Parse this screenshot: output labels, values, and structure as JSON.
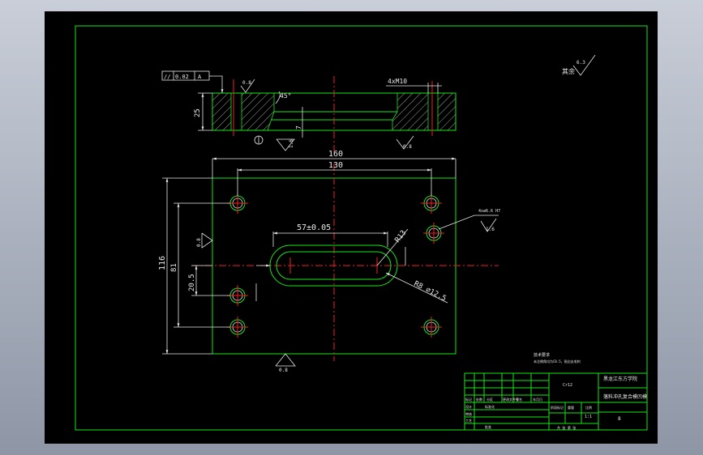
{
  "drawing": {
    "roughness_note": "其余",
    "roughness_note_value": "6.3",
    "section_view": {
      "parallelism_symbol": "//",
      "parallelism_tol": "0.02",
      "parallelism_datum": "A",
      "roughness_top": "0.8",
      "thickness": "25",
      "angle": "45°",
      "slot_depth": "7",
      "roughness_slot": "1.6",
      "thread_callout": "4xM10",
      "roughness_bottom": "0.8",
      "datum_label": "A"
    },
    "plan_view": {
      "overall_width": "160",
      "hole_spacing_x": "130",
      "slot_length": "57±0.05",
      "slot_radius": "R13",
      "hole_callout": "R8 ⌀12.5",
      "hole_leader_note": "4x⌀6.6 H7",
      "roughness_hole": "1.6",
      "roughness_left": "0.8",
      "overall_height": "116",
      "hole_spacing_y": "81",
      "slot_offset": "20.5",
      "roughness_bottom": "0.8"
    },
    "tech_notes": [
      "技术要求",
      "未注倒角均为C0.5，锐边去毛刺"
    ]
  },
  "title_block": {
    "material": "Cr12",
    "school": "黑龙江东方学院",
    "drawing_title": "落料冲孔复合模凹模",
    "scale": "1:1",
    "sheet_no": "8",
    "row_labels": [
      "标记",
      "处数",
      "分区",
      "更改文件号",
      "签名",
      "年月日"
    ],
    "design": "设计",
    "check": "审核",
    "process": "工艺",
    "standard": "标准化",
    "approve": "批准",
    "stage": "阶段标记",
    "weight": "重量",
    "scale_label": "比例",
    "sheet_label": "共  张  第  张"
  }
}
